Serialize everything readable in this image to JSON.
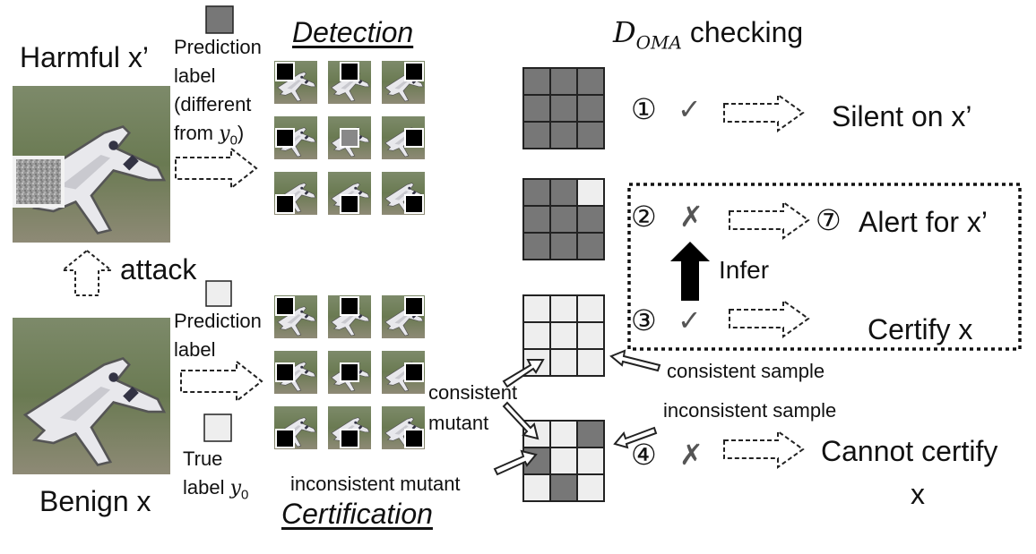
{
  "left": {
    "harmful_label": "Harmful x’",
    "benign_label": "Benign x",
    "attack_label": "attack"
  },
  "prediction_top": {
    "line1": "Prediction",
    "line2": "label",
    "line3": "(different",
    "line4_prefix": "from ",
    "line4_var": "y",
    "line4_sub": "0",
    "line4_suffix": ")"
  },
  "prediction_bottom": {
    "line1": "Prediction",
    "line2": "label"
  },
  "true_label": {
    "line1": "True",
    "line2_prefix": "label ",
    "var": "y",
    "sub": "0"
  },
  "sections": {
    "detection": "Detection",
    "certification": "Certification",
    "doma_var": "D",
    "doma_sub": "OMA",
    "doma_suffix": " checking"
  },
  "annotations": {
    "consistent_mutant_1": "consistent",
    "consistent_mutant_2": "mutant",
    "inconsistent_mutant": "inconsistent mutant",
    "consistent_sample": "consistent sample",
    "inconsistent_sample": "inconsistent sample",
    "infer": "Infer"
  },
  "checks": [
    {
      "num": "①",
      "mark": "✓",
      "result": "Silent on x’"
    },
    {
      "num": "②",
      "mark": "✗",
      "result_num": "⑦",
      "result": "Alert for x’"
    },
    {
      "num": "③",
      "mark": "✓",
      "result": "Certify x"
    },
    {
      "num": "④",
      "mark": "✗",
      "result": "Cannot certify",
      "result2": "x"
    }
  ],
  "colors": {
    "dark_cell": "#777777",
    "light_cell": "#eeeeee",
    "black_patch": "#000000"
  }
}
